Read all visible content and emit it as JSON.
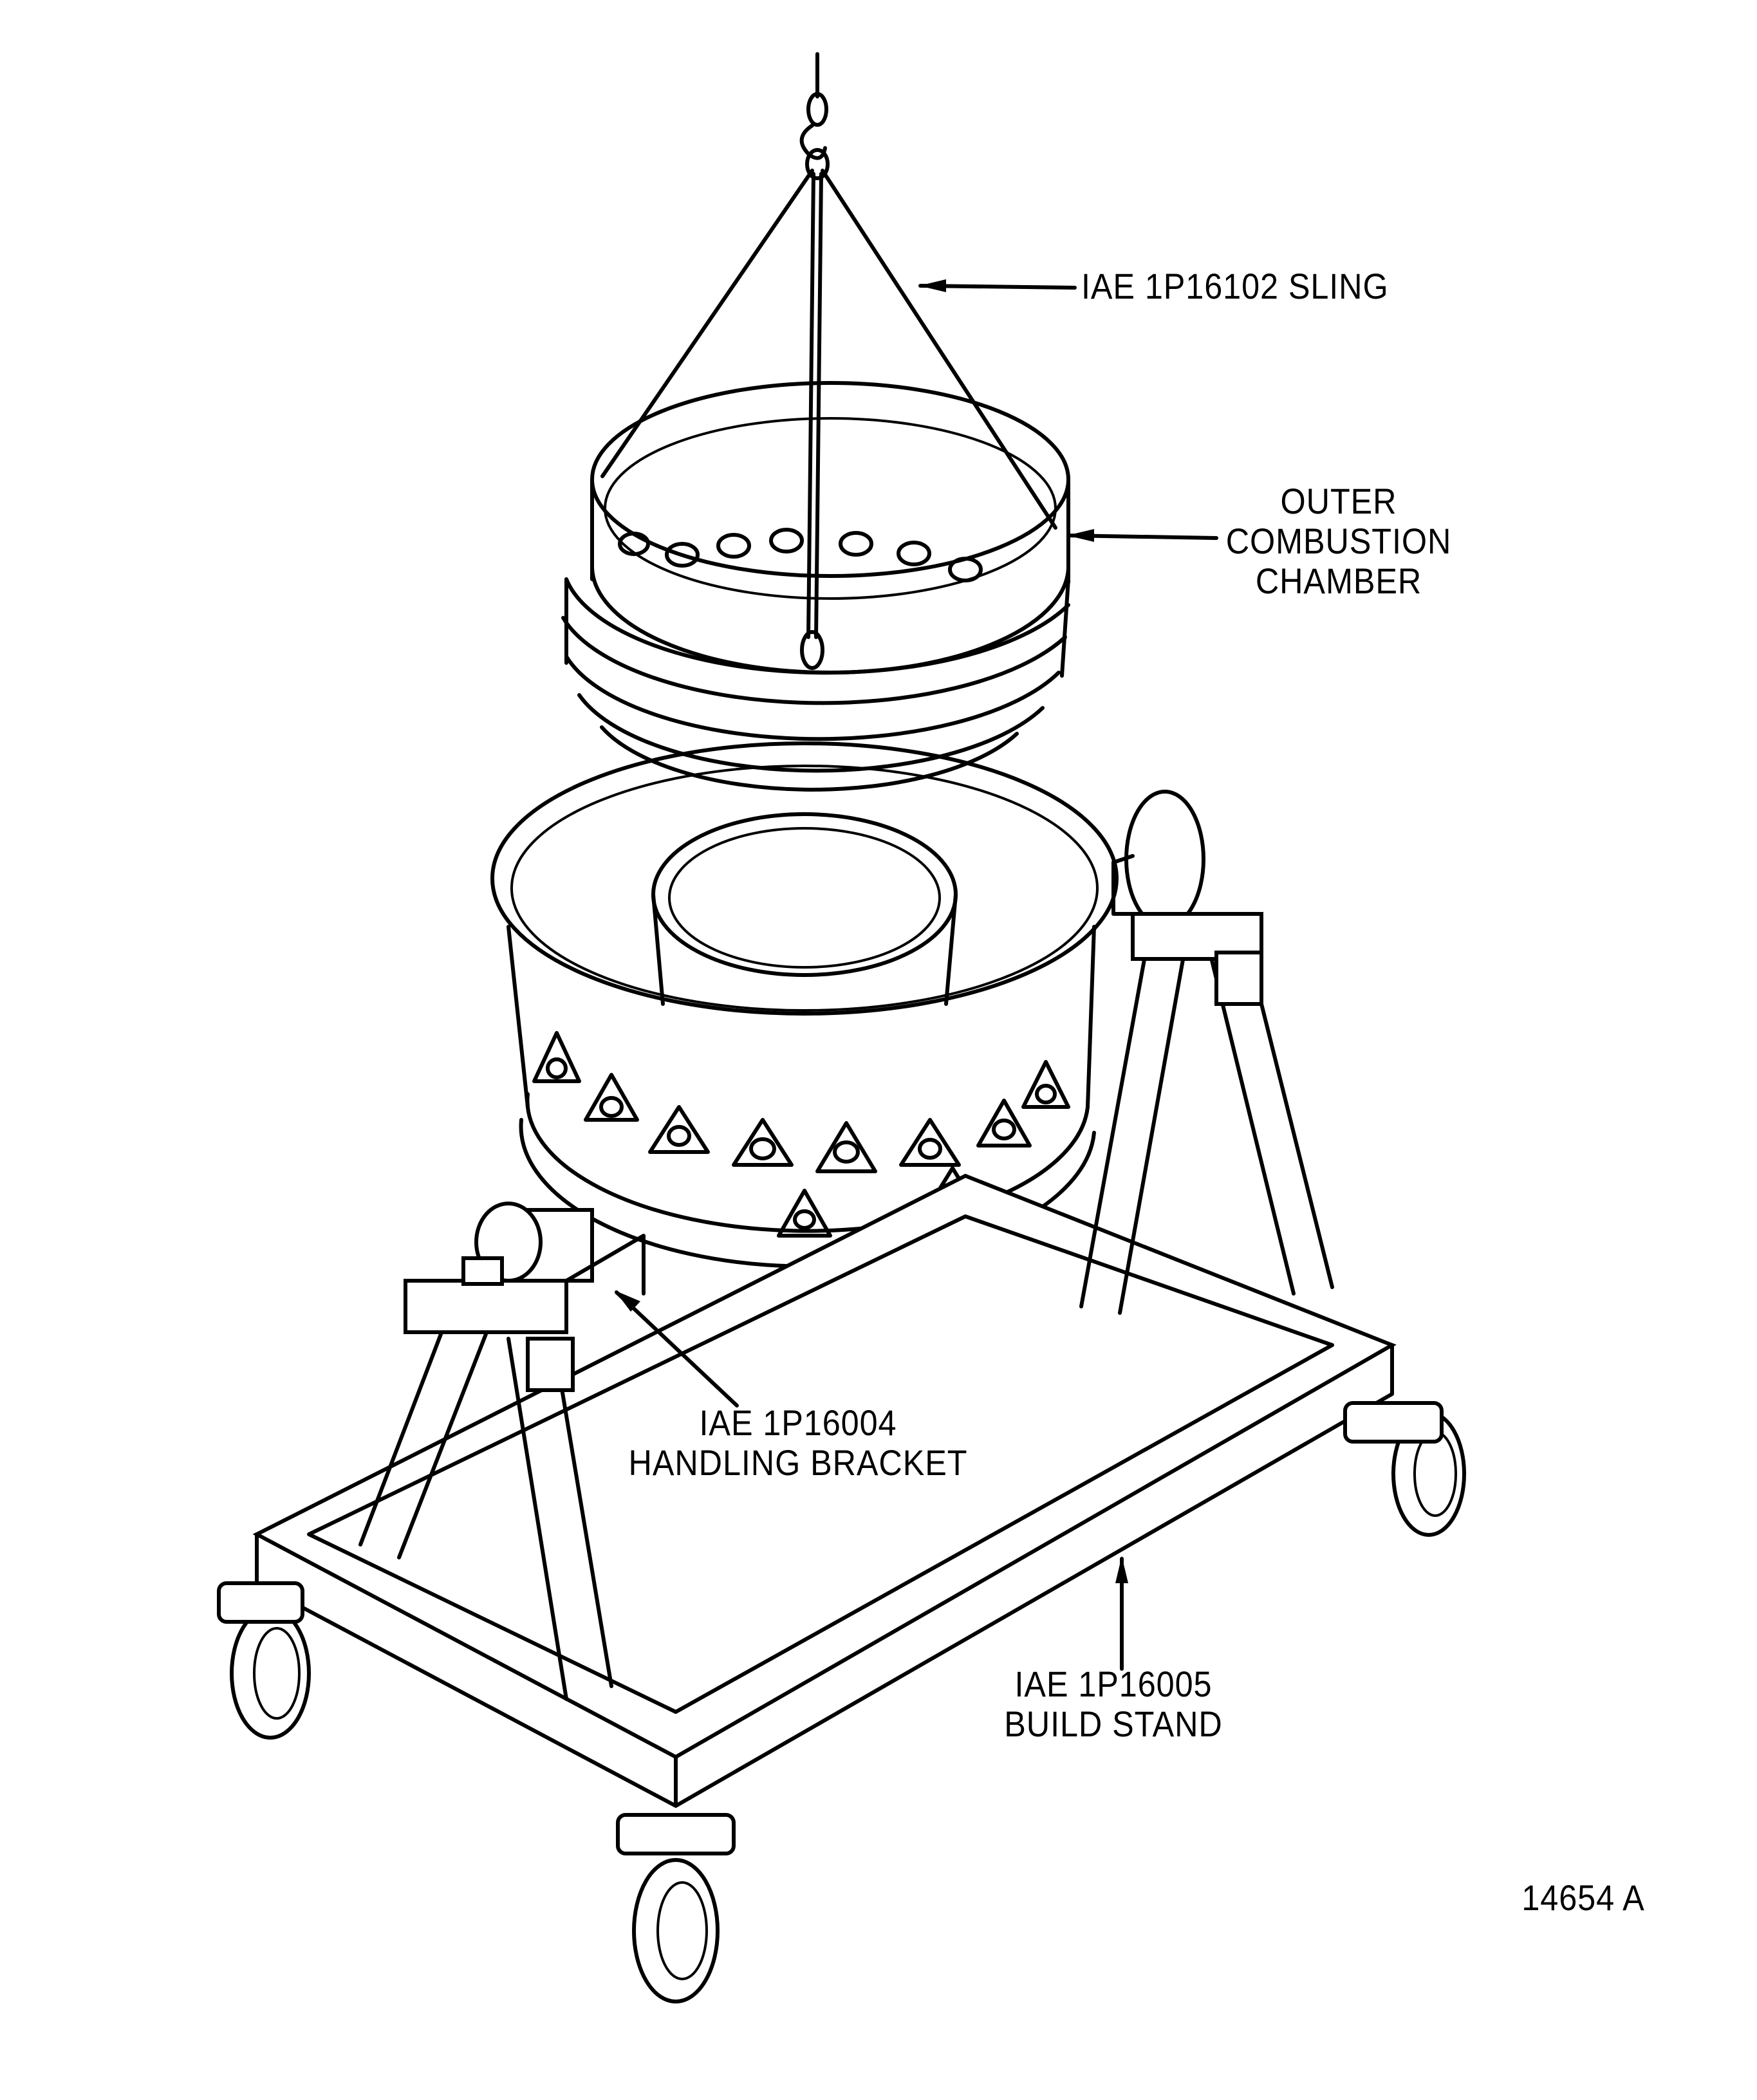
{
  "labels": {
    "sling": "IAE 1P16102 SLING",
    "outer_chamber": [
      "OUTER",
      "COMBUSTION",
      "CHAMBER"
    ],
    "handling_bracket": [
      "IAE 1P16004",
      "HANDLING BRACKET"
    ],
    "build_stand": [
      "IAE 1P16005",
      "BUILD STAND"
    ],
    "figure_number": "14654 A"
  },
  "colors": {
    "ink": "#000000",
    "paper": "#ffffff"
  }
}
